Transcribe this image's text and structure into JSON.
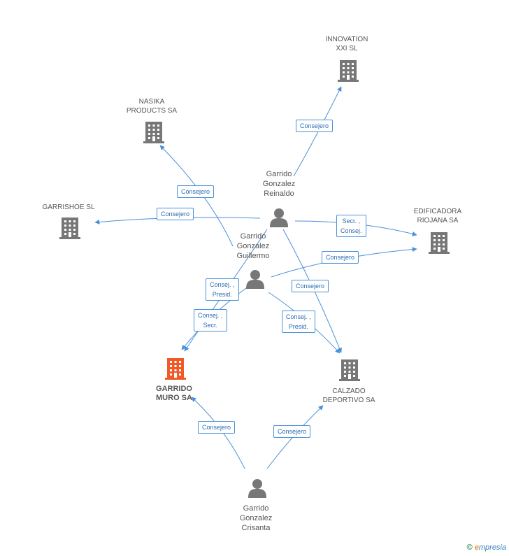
{
  "colors": {
    "edge": "#4a90d9",
    "company_icon": "#777777",
    "company_icon_highlight": "#f05a28",
    "person_icon": "#777777"
  },
  "nodes": {
    "innovation": {
      "label_1": "INNOVATION",
      "label_2": "XXI SL",
      "icon": "building-icon"
    },
    "nasika": {
      "label_1": "NASIKA",
      "label_2": "PRODUCTS SA",
      "icon": "building-icon"
    },
    "garrishoe": {
      "label_1": "GARRISHOE  SL",
      "icon": "building-icon"
    },
    "edificadora": {
      "label_1": "EDIFICADORA",
      "label_2": "RIOJANA SA",
      "icon": "building-icon"
    },
    "garrido_muro": {
      "label_1": "GARRIDO",
      "label_2": "MURO SA",
      "icon": "building-icon"
    },
    "calzado": {
      "label_1": "CALZADO",
      "label_2": "DEPORTIVO SA",
      "icon": "building-icon"
    },
    "reinaldo": {
      "label_1": "Garrido",
      "label_2": "Gonzalez",
      "label_3": "Reinaldo",
      "icon": "person-icon"
    },
    "guillermo": {
      "label_1": "Garrido",
      "label_2": "Gonzalez",
      "label_3": "Guillermo",
      "icon": "person-icon"
    },
    "crisanta": {
      "label_1": "Garrido",
      "label_2": "Gonzalez",
      "label_3": "Crisanta",
      "icon": "person-icon"
    }
  },
  "edges": {
    "reinaldo_innovation": {
      "line_1": "Consejero"
    },
    "guillermo_nasika": {
      "line_1": "Consejero"
    },
    "reinaldo_garrishoe": {
      "line_1": "Consejero"
    },
    "reinaldo_edificadora": {
      "line_1": "Secr. ,",
      "line_2": "Consej."
    },
    "guillermo_edificadora": {
      "line_1": "Consejero"
    },
    "reinaldo_calzado": {
      "line_1": "Consejero"
    },
    "reinaldo_garrido_muro": {
      "line_1": "Consej. ,",
      "line_2": "Presid."
    },
    "guillermo_garrido_muro": {
      "line_1": "Consej. ,",
      "line_2": "Secr."
    },
    "guillermo_calzado": {
      "line_1": "Consej. ,",
      "line_2": "Presid."
    },
    "crisanta_garrido_muro": {
      "line_1": "Consejero"
    },
    "crisanta_calzado": {
      "line_1": "Consejero"
    }
  },
  "footer": {
    "copyright": "©",
    "brand_e": "e",
    "brand_rest": "mpresia"
  }
}
